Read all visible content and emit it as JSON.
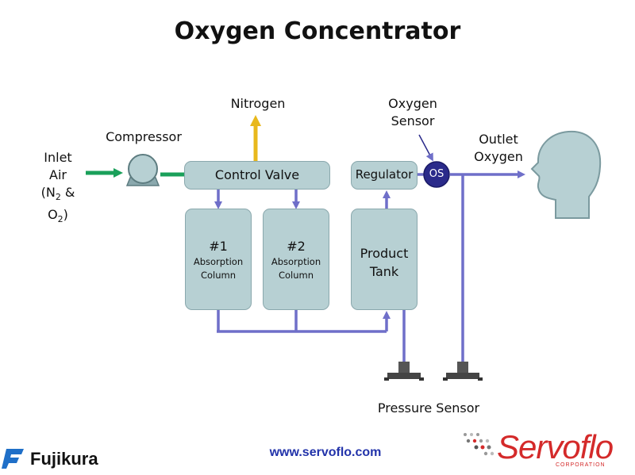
{
  "title": "Oxygen Concentrator",
  "labels": {
    "inlet_line1": "Inlet",
    "inlet_line2": "Air",
    "inlet_line3_n": "(N",
    "inlet_line3_sub1": "2",
    "inlet_line3_mid": " & O",
    "inlet_line3_sub2": "2",
    "inlet_line3_end": ")",
    "compressor": "Compressor",
    "nitrogen": "Nitrogen",
    "oxygen_sensor_line1": "Oxygen",
    "oxygen_sensor_line2": "Sensor",
    "outlet_line1": "Outlet",
    "outlet_line2": "Oxygen",
    "pressure_sensor": "Pressure Sensor"
  },
  "boxes": {
    "control_valve": "Control Valve",
    "regulator": "Regulator",
    "column1_num": "#1",
    "column1_line1": "Absorption",
    "column1_line2": "Column",
    "column2_num": "#2",
    "column2_line1": "Absorption",
    "column2_line2": "Column",
    "tank_line1": "Product",
    "tank_line2": "Tank",
    "os": "OS"
  },
  "footer": {
    "url": "www.servoflo.com",
    "fujikura": "Fujikura",
    "servoflo": "Servoflo",
    "servoflo_sub": "CORPORATION"
  },
  "colors": {
    "flow_blue": "#6f6fc9",
    "inlet_green": "#1aa05a",
    "nitrogen_yellow": "#e8b81c",
    "box_fill": "#b7d0d3",
    "os_fill": "#2a2a8a",
    "brand_red": "#d42a2a",
    "url_blue": "#2233aa"
  }
}
